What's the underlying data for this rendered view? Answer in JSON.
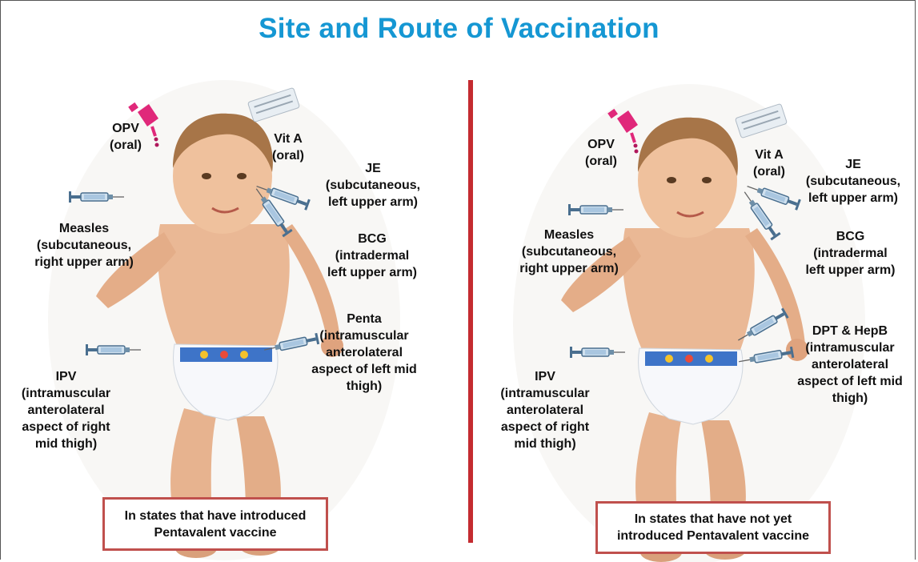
{
  "title": "Site and Route of Vaccination",
  "left_panel": {
    "labels": {
      "opv": "OPV\n(oral)",
      "vita": "Vit A\n(oral)",
      "je": "JE\n(subcutaneous,\nleft upper arm)",
      "bcg": "BCG\n(intradermal\nleft upper arm)",
      "measles": "Measles\n(subcutaneous,\nright upper arm)",
      "penta": "Penta\n(intramuscular\nanterolateral\naspect of left mid\nthigh)",
      "ipv": "IPV\n(intramuscular\nanterolateral\naspect of right\nmid thigh)"
    },
    "caption": "In states that have introduced\nPentavalent vaccine"
  },
  "right_panel": {
    "labels": {
      "opv": "OPV\n(oral)",
      "vita": "Vit A\n(oral)",
      "je": "JE\n(subcutaneous,\nleft upper arm)",
      "bcg": "BCG\n(intradermal\nleft upper arm)",
      "measles": "Measles\n(subcutaneous,\nright upper arm)",
      "dpt": "DPT & HepB\n(intramuscular\nanterolateral\naspect of left mid\nthigh)",
      "ipv": "IPV\n(intramuscular\nanterolateral\naspect of right\nmid thigh)"
    },
    "caption": "In  states that have not yet\nintroduced Pentavalent  vaccine"
  },
  "colors": {
    "title": "#1597d3",
    "divider": "#c42b30",
    "caption_border": "#c0504d",
    "dropper": "#e0287a"
  }
}
